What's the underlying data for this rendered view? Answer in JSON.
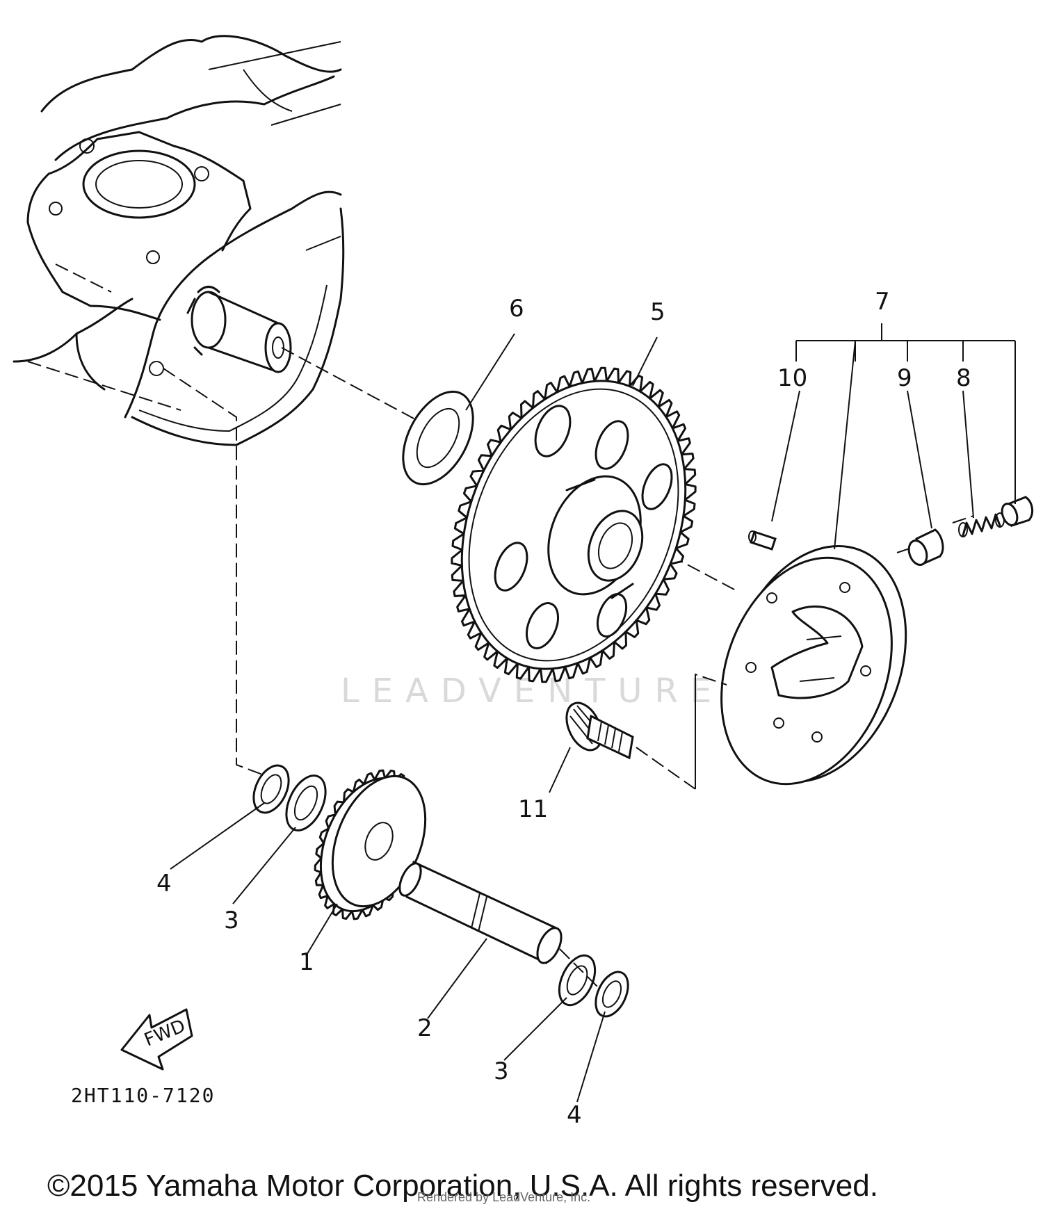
{
  "diagram": {
    "part_callouts": {
      "p1": "1",
      "p2": "2",
      "p3a": "3",
      "p3b": "3",
      "p4a": "4",
      "p4b": "4",
      "p5": "5",
      "p6": "6",
      "p7": "7",
      "p8": "8",
      "p9": "9",
      "p10": "10",
      "p11": "11"
    },
    "direction_label": "FWD",
    "diagram_code": "2HT110-7120",
    "watermark": "LEADVENTURE"
  },
  "footer": {
    "copyright": "©2015 Yamaha Motor Corporation, U.S.A. All rights reserved.",
    "rendered_by": "Rendered by LeadVenture, Inc."
  }
}
